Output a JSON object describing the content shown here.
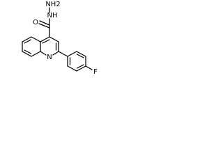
{
  "structure": {
    "atoms": {
      "hydrazide_nh2": "NH2",
      "hydrazide_nh": "NH",
      "carbonyl_o": "O",
      "ring_n": "N",
      "fluorine": "F"
    }
  }
}
